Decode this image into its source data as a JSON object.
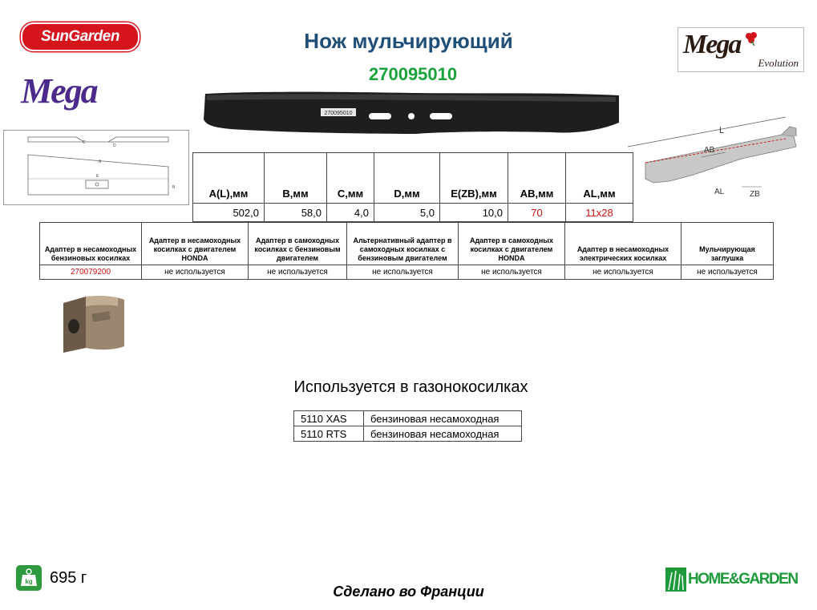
{
  "logos": {
    "sungarden": "SunGarden",
    "mega": "Mega",
    "mega_evolution_main": "Mega",
    "mega_evolution_sub": "Evolution",
    "home_garden": "HOME&GARDEN"
  },
  "header": {
    "title": "Нож мульчирующий",
    "code": "270095010"
  },
  "blade": {
    "label": "270095010"
  },
  "drawing_right": {
    "labels": [
      "L",
      "AB",
      "AL",
      "ZB"
    ]
  },
  "drawing_left": {
    "labels": [
      "A",
      "B",
      "C",
      "D",
      "E"
    ]
  },
  "dims_table": {
    "headers": [
      "A(L),мм",
      "B,мм",
      "C,мм",
      "D,мм",
      "E(ZB),мм",
      "AB,мм",
      "AL,мм"
    ],
    "values": [
      "502,0",
      "58,0",
      "4,0",
      "5,0",
      "10,0",
      "70",
      "11x28"
    ]
  },
  "adapter_table": {
    "headers": [
      "Адаптер в несамоходных бензиновых косилках",
      "Адаптер в несамоходных косилках с двигателем HONDA",
      "Адаптер в самоходных косилках с бензиновым двигателем",
      "Альтернативный адаптер в самоходных косилках с бензиновым двигателем",
      "Адаптер в самоходных косилках с двигателем HONDA",
      "Адаптер в несамоходных электрических косилках",
      "Мульчирующая заглушка"
    ],
    "values": [
      "270079200",
      "не используется",
      "не используется",
      "не используется",
      "не используется",
      "не используется",
      "не используется"
    ]
  },
  "used_in": {
    "title": "Используется в газонокосилках",
    "rows": [
      {
        "model": "5110 XAS",
        "type": "бензиновая несамоходная"
      },
      {
        "model": "5110 RTS",
        "type": "бензиновая несамоходная"
      }
    ]
  },
  "weight": {
    "icon_label": "kg",
    "value": "695 г"
  },
  "footer": {
    "made_in": "Сделано во Франции"
  },
  "colors": {
    "title": "#1f4e79",
    "code": "#1aa33a",
    "highlight": "#d01010",
    "brand_red": "#d6141c",
    "mega_purple": "#4b2a8c",
    "green": "#2e9a3e"
  }
}
